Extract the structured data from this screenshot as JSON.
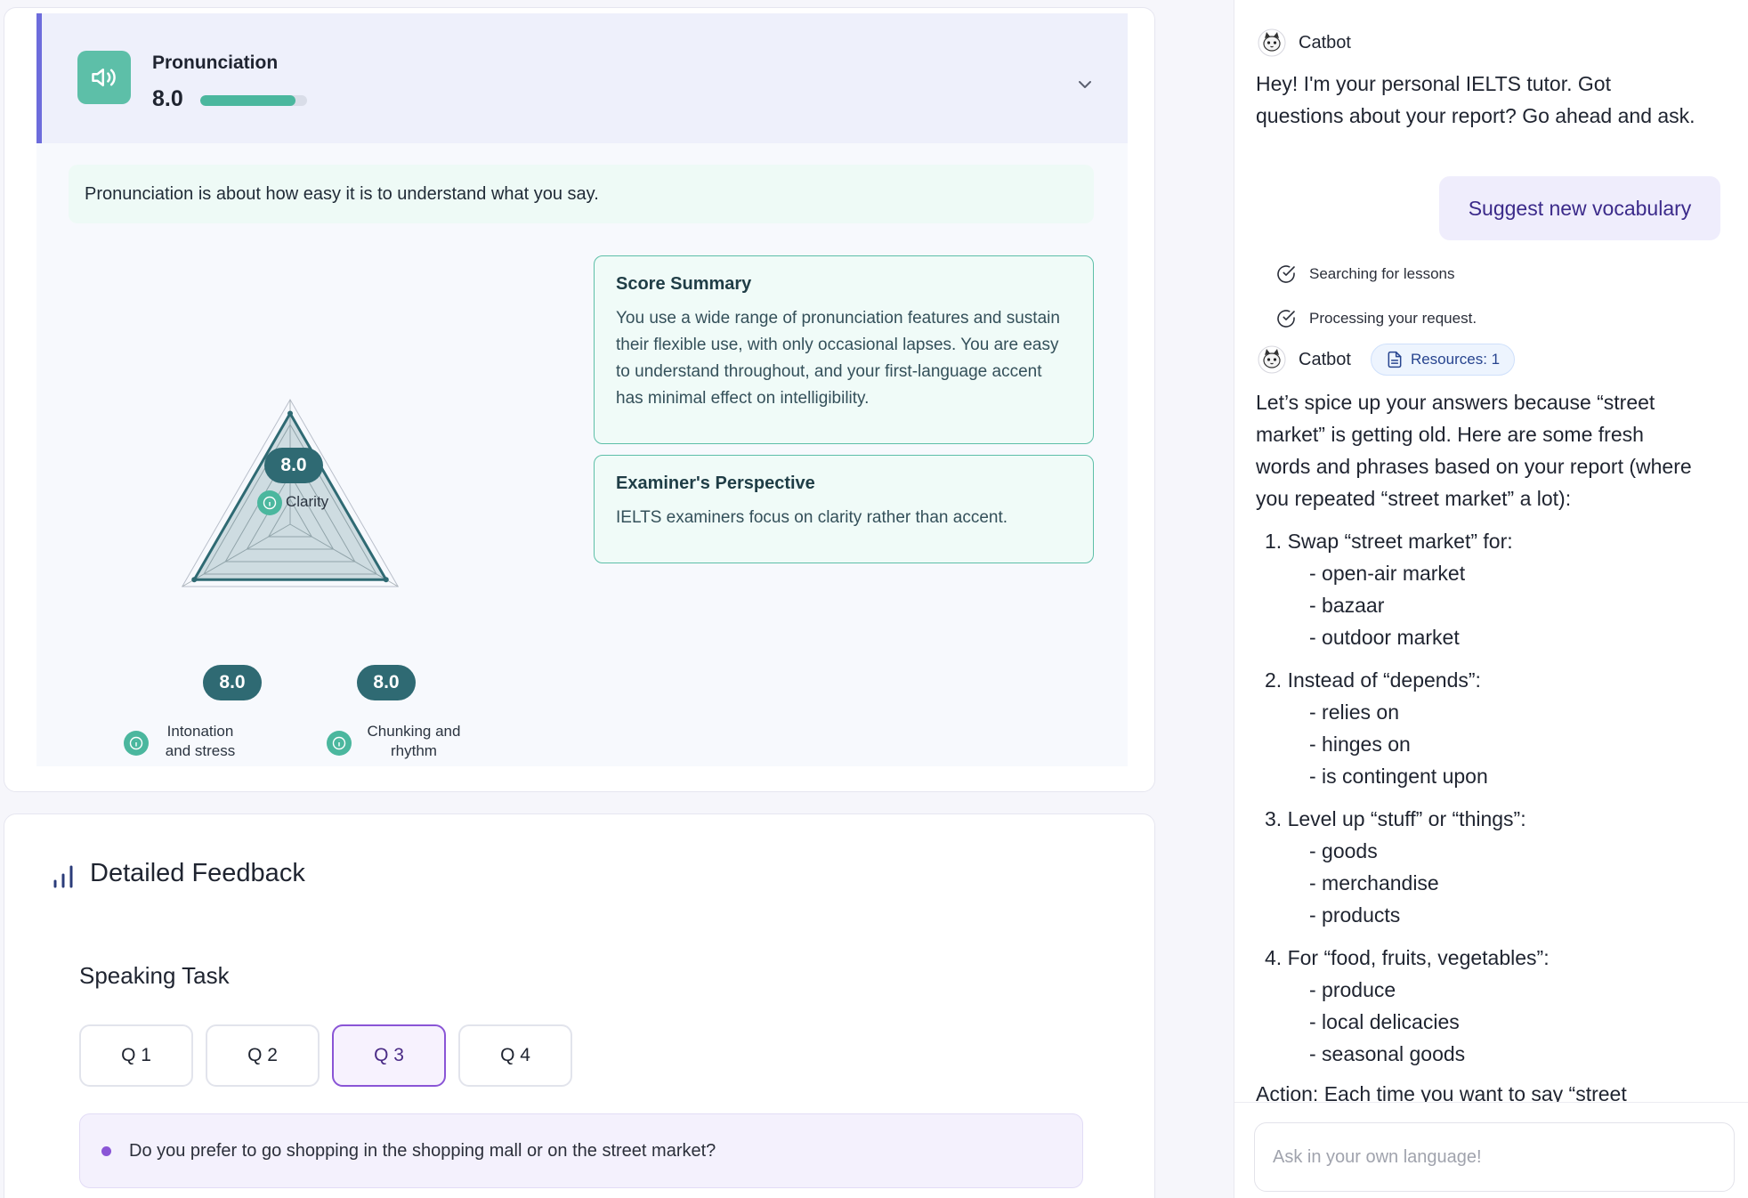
{
  "pronunciation": {
    "title": "Pronunciation",
    "score": "8.0",
    "progress_fraction": 0.89,
    "description": "Pronunciation is about how easy it is to understand what you say.",
    "radar": {
      "axes": [
        {
          "label": "Clarity",
          "score": "8.0",
          "value": 8.0
        },
        {
          "label": "Intonation and stress",
          "score": "8.0",
          "value": 8.0
        },
        {
          "label": "Chunking and rhythm",
          "score": "8.0",
          "value": 8.0
        }
      ],
      "max": 9
    },
    "score_summary": {
      "title": "Score Summary",
      "text": "You use a wide range of pronunciation features and sustain their flexible use, with only occasional lapses. You are easy to understand throughout, and your first-language accent has minimal effect on intelligibility."
    },
    "examiner": {
      "title": "Examiner's Perspective",
      "text": "IELTS examiners focus on clarity rather than accent."
    }
  },
  "feedback": {
    "title": "Detailed Feedback",
    "task_title": "Speaking Task",
    "tabs": [
      {
        "label": "Q 1",
        "active": false
      },
      {
        "label": "Q 2",
        "active": false
      },
      {
        "label": "Q 3",
        "active": true
      },
      {
        "label": "Q 4",
        "active": false
      }
    ],
    "question": "Do you prefer to go shopping in the shopping mall or on the street market?"
  },
  "chat": {
    "bot_name": "Catbot",
    "greeting": "Hey! I'm your personal IELTS tutor. Got questions about your report? Go ahead and ask.",
    "user_message": "Suggest new vocabulary",
    "statuses": [
      "Searching for lessons",
      "Processing your request."
    ],
    "resources_label": "Resources: 1",
    "reply_intro": "Let’s spice up your answers because “street market” is getting old. Here are some fresh words and phrases based on your report (where you repeated “street market” a lot):",
    "items": [
      {
        "head": "1. Swap “street market” for:",
        "subs": [
          "- open-air market",
          "- bazaar",
          "- outdoor market"
        ]
      },
      {
        "head": "2. Instead of “depends”:",
        "subs": [
          "- relies on",
          "- hinges on",
          "- is contingent upon"
        ]
      },
      {
        "head": "3. Level up “stuff” or “things”:",
        "subs": [
          "- goods",
          "- merchandise",
          "- products"
        ]
      },
      {
        "head": "4. For “food, fruits, vegetables”:",
        "subs": [
          "- produce",
          "- local delicacies",
          "- seasonal goods"
        ]
      }
    ],
    "action_line": "Action: Each time you want to say “street",
    "input_placeholder": "Ask in your own language!"
  },
  "colors": {
    "accent_teal": "#4bb79e",
    "accent_purple": "#8a55d6",
    "header_border": "#6d6cdc",
    "score_pill": "#2f6a73"
  }
}
